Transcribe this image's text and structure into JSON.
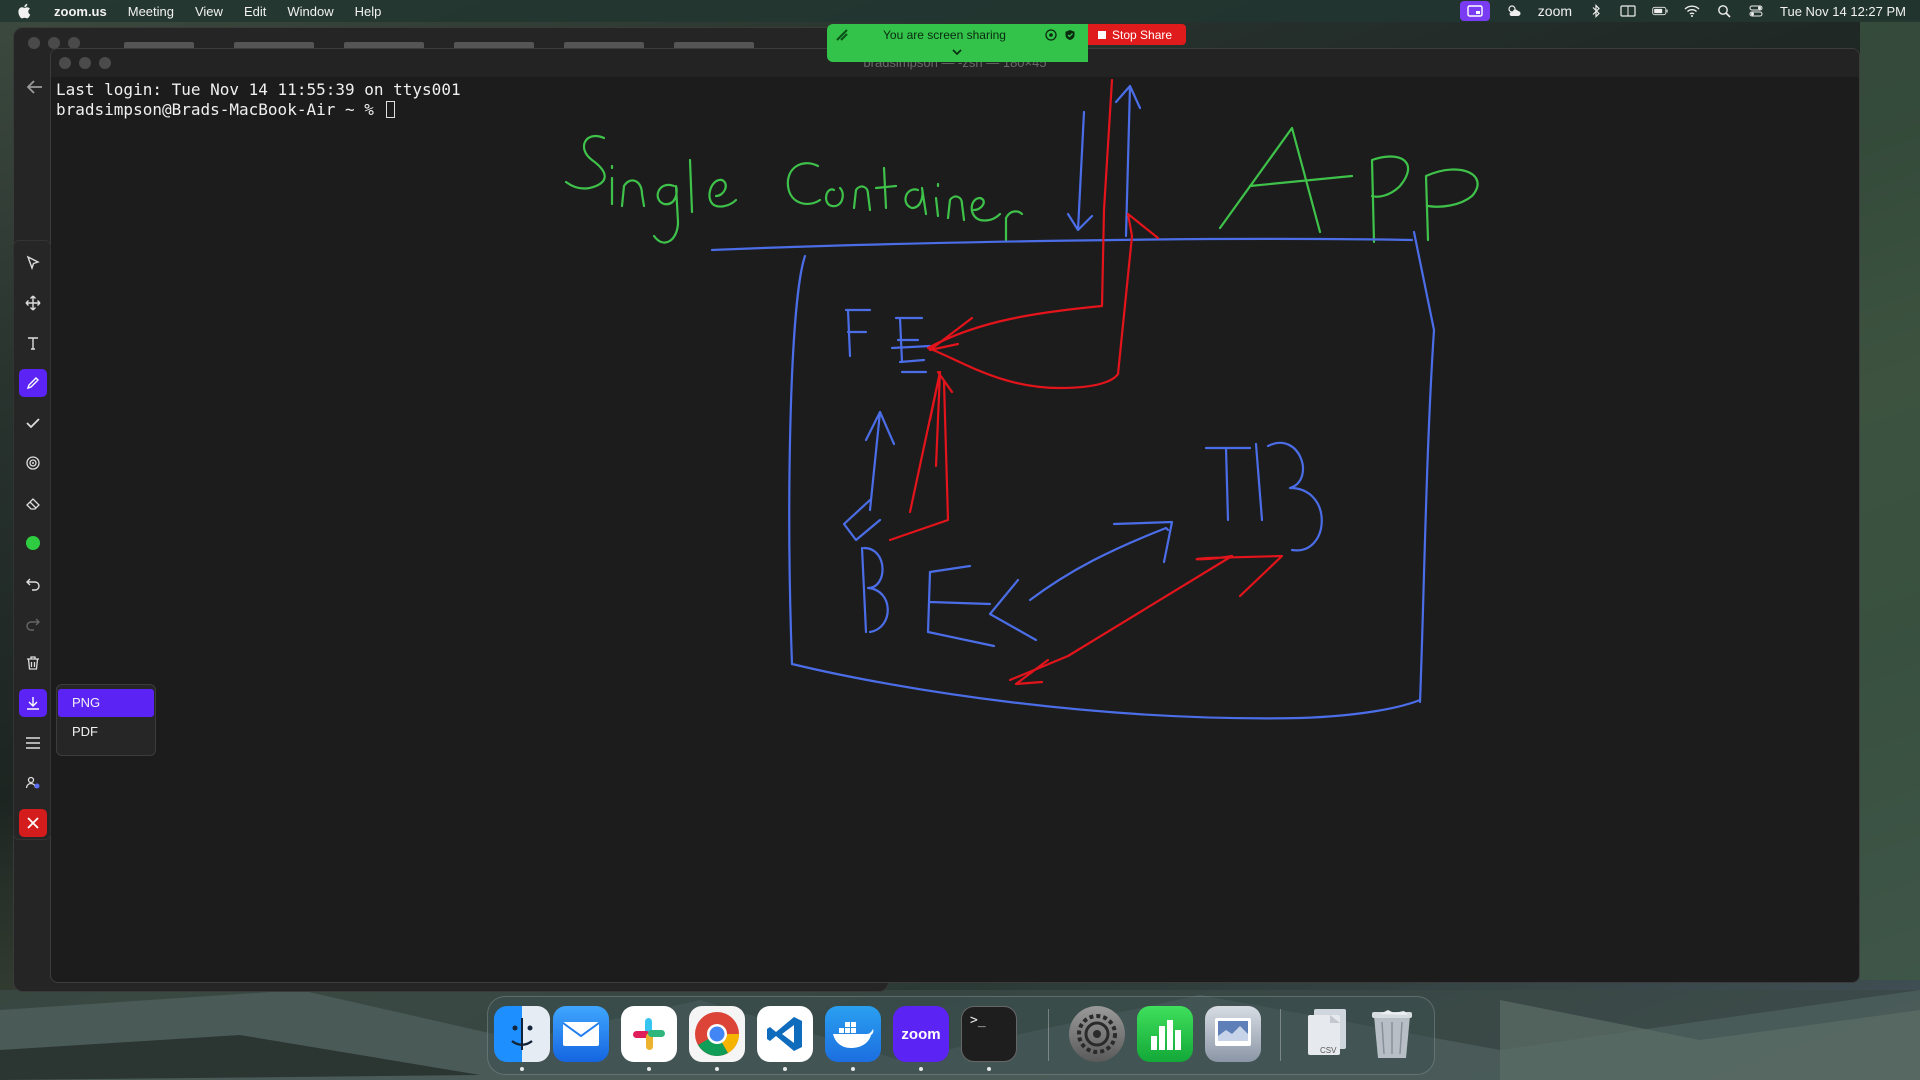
{
  "menubar": {
    "app_name": "zoom.us",
    "items": [
      "Meeting",
      "View",
      "Edit",
      "Window",
      "Help"
    ],
    "status_zoom_label": "zoom",
    "clock": "Tue Nov 14  12:27 PM"
  },
  "terminal": {
    "title": "bradsimpson — -zsh — 180×45",
    "lines": [
      "Last login: Tue Nov 14 11:55:39 on ttys001",
      "bradsimpson@Brads-MacBook-Air ~ % "
    ]
  },
  "annotation": {
    "tools": [
      "select-tool",
      "move-tool",
      "text-tool",
      "draw-tool",
      "stamp-tool",
      "spotlight-tool",
      "eraser-tool",
      "color-picker",
      "undo",
      "redo",
      "clear-all",
      "save",
      "menu",
      "participants",
      "close-annotation"
    ],
    "active_tool": "draw-tool",
    "active_color": "#2ecc40",
    "save_options": [
      "PNG",
      "PDF"
    ],
    "selected_save_option": "PNG"
  },
  "sketch": {
    "ink_colors": {
      "title": "#3fc24a",
      "container": "#4b6ee8",
      "flow": "#e3141b"
    }
  },
  "share_bar": {
    "status_text": "You are screen sharing",
    "stop_label": "Stop Share"
  },
  "dock": {
    "apps": [
      {
        "name": "Finder",
        "running": true
      },
      {
        "name": "Mail",
        "running": false
      },
      {
        "name": "Slack",
        "running": true
      },
      {
        "name": "Google Chrome",
        "running": true
      },
      {
        "name": "Visual Studio Code",
        "running": true
      },
      {
        "name": "Docker",
        "running": true
      },
      {
        "name": "zoom",
        "running": true
      },
      {
        "name": "Terminal",
        "running": true
      },
      {
        "name": "System Settings",
        "running": false
      },
      {
        "name": "Numbers",
        "running": false
      },
      {
        "name": "Preview",
        "running": false
      },
      {
        "name": "Downloads",
        "running": false
      },
      {
        "name": "Trash",
        "running": false
      }
    ],
    "zoom_icon_label": "zoom",
    "terminal_icon_label": ">_",
    "csv_label": "CSV"
  }
}
